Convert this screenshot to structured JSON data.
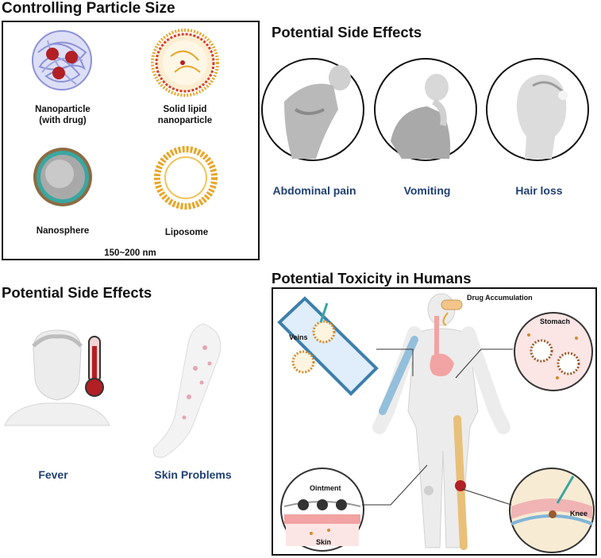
{
  "particle_panel": {
    "title": "Controlling Particle Size",
    "items": [
      {
        "label_line1": "Nanoparticle",
        "label_line2": "(with drug)"
      },
      {
        "label_line1": "Solid lipid",
        "label_line2": "nanoparticle"
      },
      {
        "label_line1": "Nanosphere",
        "label_line2": ""
      },
      {
        "label_line1": "Liposome",
        "label_line2": ""
      }
    ],
    "size_range": "150~200 nm"
  },
  "side_effects_top": {
    "title": "Potential Side Effects",
    "items": [
      {
        "label": "Abdominal pain"
      },
      {
        "label": "Vomiting"
      },
      {
        "label": "Hair loss"
      }
    ]
  },
  "side_effects_bottom": {
    "title": "Potential Side Effects",
    "items": [
      {
        "label": "Fever"
      },
      {
        "label": "Skin Problems"
      }
    ]
  },
  "toxicity_panel": {
    "title": "Potential Toxicity in Humans",
    "labels": {
      "drug_accumulation": "Drug Accumulation",
      "veins": "Veins",
      "stomach": "Stomach",
      "ointment": "Ointment",
      "skin": "Skin",
      "knee": "Knee"
    }
  },
  "colors": {
    "label_blue": "#1f3f73",
    "particle_red": "#b21f24",
    "lipid_orange": "#e7a62a",
    "teal": "#3aa6a0",
    "skin_pink": "#f2c7c7",
    "vein_blue": "#7fb4d8"
  }
}
